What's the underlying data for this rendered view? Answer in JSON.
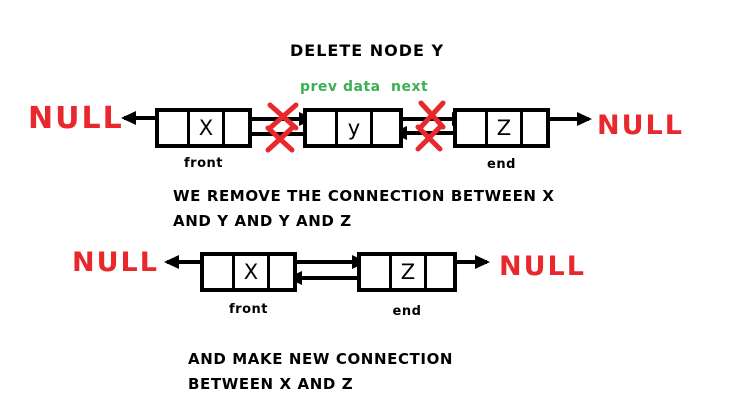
{
  "colors": {
    "red": "#e8282c",
    "green": "#3cb054",
    "black": "#000000",
    "bg": "#ffffff"
  },
  "title": "DELETE NODE Y",
  "pointer_labels": {
    "prev": "prev",
    "data": "data",
    "next": "next"
  },
  "diagram1": {
    "null_left": "NULL",
    "null_right": "NULL",
    "nodes": [
      {
        "label": "X",
        "caption": "front"
      },
      {
        "label": "y",
        "caption": ""
      },
      {
        "label": "Z",
        "caption": "end"
      }
    ]
  },
  "caption1_line1": "WE REMOVE THE CONNECTION BETWEEN X",
  "caption1_line2": "AND Y AND Y AND Z",
  "diagram2": {
    "null_left": "NULL",
    "null_right": "NULL",
    "nodes": [
      {
        "label": "X",
        "caption": "front"
      },
      {
        "label": "Z",
        "caption": "end"
      }
    ]
  },
  "caption2_line1": "AND MAKE NEW CONNECTION",
  "caption2_line2": "BETWEEN X AND Z"
}
